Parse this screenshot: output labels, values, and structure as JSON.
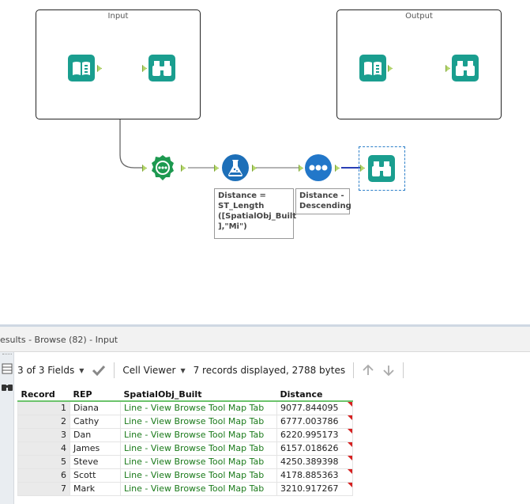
{
  "workflow": {
    "containers": {
      "input_title": "Input",
      "output_title": "Output"
    },
    "annotations": {
      "formula": "Distance =\nST_Length\n([SpatialObj_Built\n],\"Mi\")",
      "sort": "Distance -\nDescending"
    },
    "tool_icons": [
      "input-data-icon",
      "browse-icon",
      "spatial-object-icon",
      "formula-icon",
      "sort-icon"
    ],
    "colors": {
      "tool_teal": "#1a9e8f",
      "formula_blue": "#1d6fb8",
      "sort_blue": "#2277c9",
      "anchor_green": "#b4d66a",
      "connection_selected": "#2a3fb5"
    }
  },
  "results": {
    "header": "esults - Browse (82) - Input",
    "toolbar": {
      "fields_label": "3 of 3 Fields",
      "viewer_label": "Cell Viewer",
      "status": "7 records displayed, 2788 bytes"
    },
    "columns": [
      "Record",
      "REP",
      "SpatialObj_Built",
      "Distance"
    ],
    "rows": [
      {
        "record": "1",
        "rep": "Diana",
        "spatial": "Line - View Browse Tool Map Tab",
        "distance": "9077.844095"
      },
      {
        "record": "2",
        "rep": "Cathy",
        "spatial": "Line - View Browse Tool Map Tab",
        "distance": "6777.003786"
      },
      {
        "record": "3",
        "rep": "Dan",
        "spatial": "Line - View Browse Tool Map Tab",
        "distance": "6220.995173"
      },
      {
        "record": "4",
        "rep": "James",
        "spatial": "Line - View Browse Tool Map Tab",
        "distance": "6157.018626"
      },
      {
        "record": "5",
        "rep": "Steve",
        "spatial": "Line - View Browse Tool Map Tab",
        "distance": "4250.389398"
      },
      {
        "record": "6",
        "rep": "Scott",
        "spatial": "Line - View Browse Tool Map Tab",
        "distance": "4178.885363"
      },
      {
        "record": "7",
        "rep": "Mark",
        "spatial": "Line - View Browse Tool Map Tab",
        "distance": "3210.917267"
      }
    ]
  }
}
